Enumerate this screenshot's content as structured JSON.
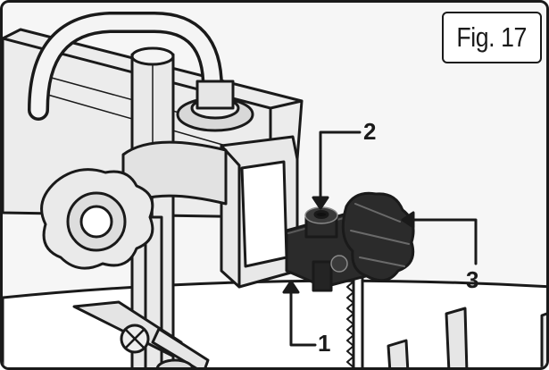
{
  "figure": {
    "label": "Fig. 17"
  },
  "callouts": [
    {
      "number": "1",
      "part": "blade-guide-bracket"
    },
    {
      "number": "2",
      "part": "locking-screw"
    },
    {
      "number": "3",
      "part": "adjustment-knob"
    }
  ],
  "colors": {
    "line": "#1a1a1a",
    "metal_light": "#eeeeee",
    "metal_mid": "#d4d4d4",
    "guide_body": "#2b2b2b",
    "background": "#f6f6f6"
  }
}
